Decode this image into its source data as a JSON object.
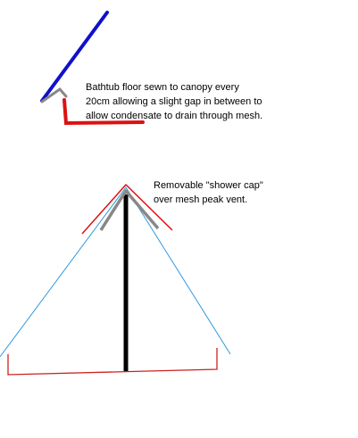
{
  "annotations": {
    "floor_note": {
      "lines": [
        "Bathtub floor sewn to canopy every",
        "20cm allowing a slight gap in between to",
        "allow condensate to drain through mesh."
      ]
    },
    "cap_note": {
      "lines": [
        "Removable \"shower cap\"",
        "over mesh peak vent."
      ]
    }
  },
  "colors": {
    "canopy": "#1010cc",
    "floor": "#dd1111",
    "mesh": "#888888",
    "pole": "#000000",
    "fly": "#3399dd",
    "bathtub": "#cc2222"
  }
}
